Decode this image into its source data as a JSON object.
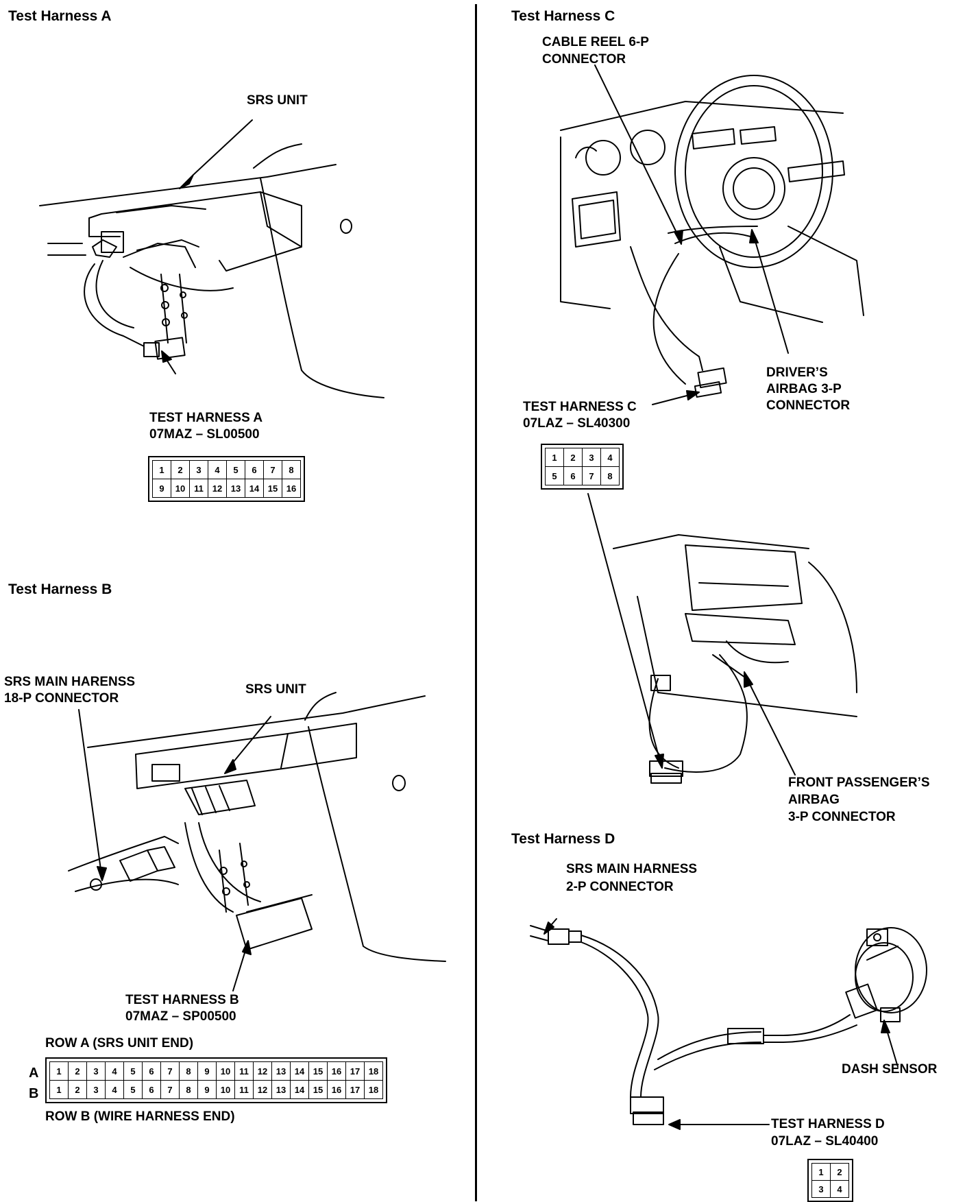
{
  "harness_a": {
    "title": "Test Harness A",
    "srs_unit": "SRS UNIT",
    "test_harness": [
      "TEST HARNESS A",
      "07MAZ – SL00500"
    ],
    "pins": [
      [
        "1",
        "2",
        "3",
        "4",
        "5",
        "6",
        "7",
        "8"
      ],
      [
        "9",
        "10",
        "11",
        "12",
        "13",
        "14",
        "15",
        "16"
      ]
    ]
  },
  "harness_b": {
    "title": "Test Harness B",
    "main_harness": [
      "SRS MAIN HARENSS",
      "18-P CONNECTOR"
    ],
    "srs_unit": "SRS UNIT",
    "test_harness": [
      "TEST HARNESS B",
      "07MAZ – SP00500"
    ],
    "row_a_caption": "ROW A (SRS UNIT END)",
    "row_b_caption": "ROW B (WIRE HARNESS END)",
    "row_letters": [
      "A",
      "B"
    ],
    "pins": [
      [
        "1",
        "2",
        "3",
        "4",
        "5",
        "6",
        "7",
        "8",
        "9",
        "10",
        "11",
        "12",
        "13",
        "14",
        "15",
        "16",
        "17",
        "18"
      ],
      [
        "1",
        "2",
        "3",
        "4",
        "5",
        "6",
        "7",
        "8",
        "9",
        "10",
        "11",
        "12",
        "13",
        "14",
        "15",
        "16",
        "17",
        "18"
      ]
    ]
  },
  "harness_c": {
    "title": "Test Harness C",
    "cable_reel": [
      "CABLE REEL 6-P",
      "CONNECTOR"
    ],
    "drivers_airbag": [
      "DRIVER’S",
      "AIRBAG 3-P",
      "CONNECTOR"
    ],
    "test_harness": [
      "TEST HARNESS C",
      "07LAZ – SL40300"
    ],
    "passenger_airbag": [
      "FRONT PASSENGER’S",
      "AIRBAG",
      "3-P CONNECTOR"
    ],
    "pins": [
      [
        "1",
        "2",
        "3",
        "4"
      ],
      [
        "5",
        "6",
        "7",
        "8"
      ]
    ]
  },
  "harness_d": {
    "title": "Test Harness D",
    "main_harness": [
      "SRS MAIN HARNESS",
      "2-P CONNECTOR"
    ],
    "dash_sensor": "DASH SENSOR",
    "test_harness": [
      "TEST HARNESS D",
      "07LAZ – SL40400"
    ],
    "pins": [
      [
        "1",
        "2"
      ],
      [
        "3",
        "4"
      ]
    ]
  }
}
